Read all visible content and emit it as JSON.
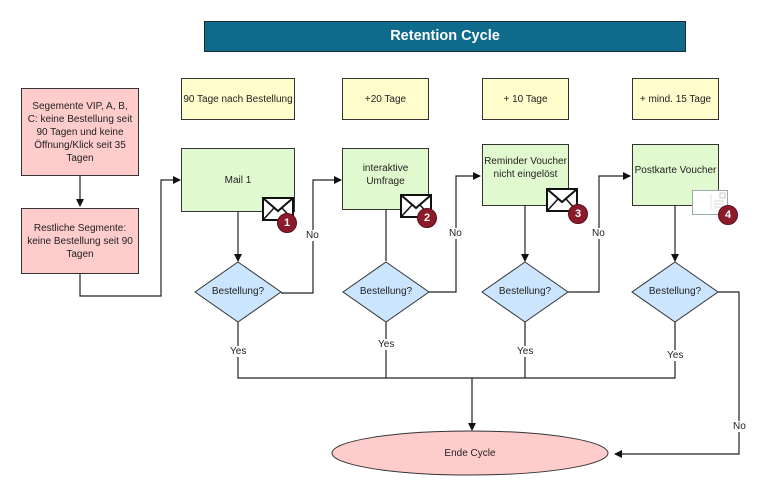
{
  "title": "Retention Cycle",
  "segments": [
    {
      "id": "segment-vip",
      "text": "Segemente VIP, A, B, C: keine Bestellung seit 90 Tagen und keine Öffnung/Klick seit 35 Tagen"
    },
    {
      "id": "segment-rest",
      "text": "Restliche Segmente: keine Bestellung seit 90 Tagen"
    }
  ],
  "timing": [
    {
      "text": "90 Tage nach Bestellung"
    },
    {
      "text": "+20 Tage"
    },
    {
      "text": "+ 10 Tage"
    },
    {
      "text": "+ mind. 15 Tage"
    }
  ],
  "steps": [
    {
      "text": "Mail 1",
      "icon": "envelope-icon",
      "badge": "1"
    },
    {
      "text": "interaktive Umfrage",
      "icon": "envelope-icon",
      "badge": "2"
    },
    {
      "text": "Reminder Voucher nicht  eingelöst",
      "icon": "envelope-icon",
      "badge": "3"
    },
    {
      "text": "Postkarte Voucher",
      "icon": "postcard-icon",
      "badge": "4"
    }
  ],
  "decisions": [
    {
      "text": "Bestellung?",
      "yes": "Yes",
      "no": "No"
    },
    {
      "text": "Bestellung?",
      "yes": "Yes",
      "no": "No"
    },
    {
      "text": "Bestellung?",
      "yes": "Yes",
      "no": "No"
    },
    {
      "text": "Bestellung?",
      "yes": "Yes",
      "no": "No"
    }
  ],
  "end": {
    "text": "Ende Cycle"
  },
  "colors": {
    "title_bg": "#0e6b8c",
    "segment_fill": "#ffcccc",
    "timing_fill": "#fffdcc",
    "step_fill": "#e1f9cf",
    "decision_fill": "#cce5ff",
    "badge_fill": "#8b1a2b",
    "end_fill": "#ffcccc"
  }
}
